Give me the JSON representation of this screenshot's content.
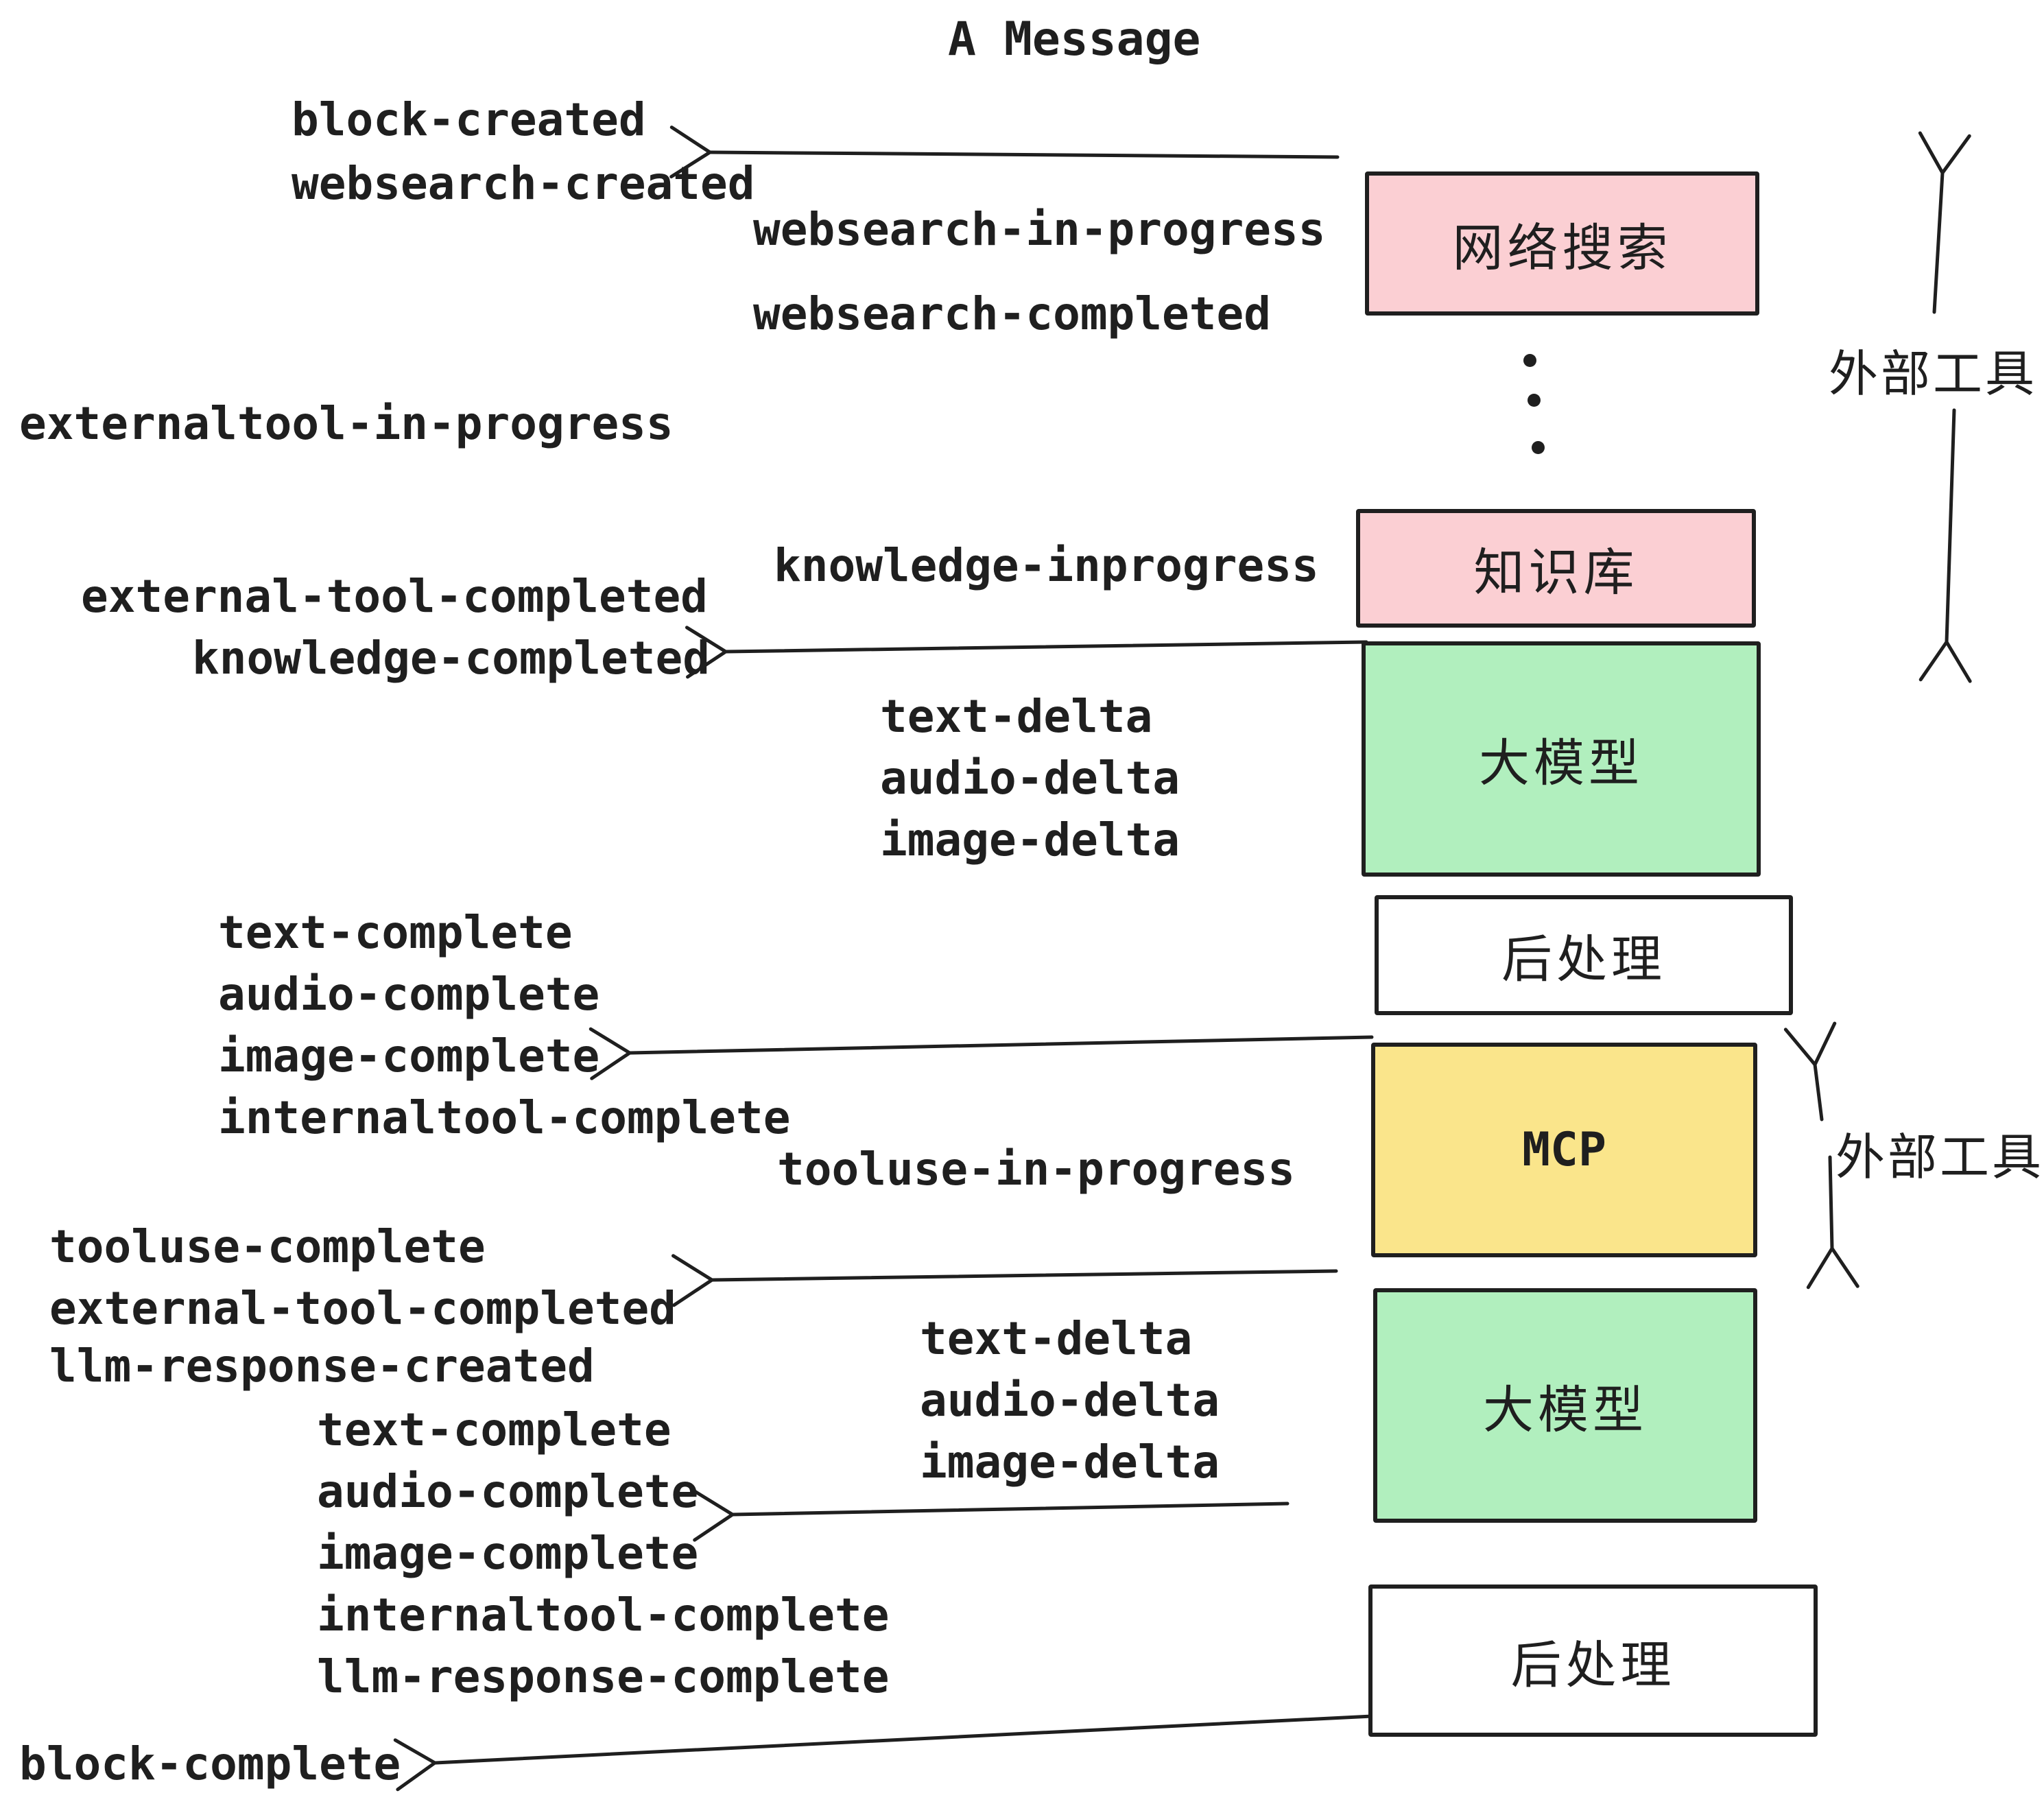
{
  "title": "A Message",
  "colors": {
    "background": "#ffffff",
    "ink": "#1f1f1f",
    "pink": "#fbcfd3",
    "green": "#b1efbe",
    "yellow": "#fae58b",
    "white": "#ffffff"
  },
  "events": {
    "block_created": "block-created",
    "websearch_created": "websearch-created",
    "websearch_in_progress": "websearch-in-progress",
    "websearch_completed": "websearch-completed",
    "externaltool_in_progress": "externaltool-in-progress",
    "knowledge_inprogress": "knowledge-inprogress",
    "external_tool_completed": "external-tool-completed",
    "knowledge_completed": "knowledge-completed",
    "text_delta": "text-delta",
    "audio_delta": "audio-delta",
    "image_delta": "image-delta",
    "text_complete": "text-complete",
    "audio_complete": "audio-complete",
    "image_complete": "image-complete",
    "internaltool_complete": "internaltool-complete",
    "tooluse_in_progress": "tooluse-in-progress",
    "tooluse_complete": "tooluse-complete",
    "llm_response_created": "llm-response-created",
    "llm_response_complete": "llm-response-complete",
    "block_complete": "block-complete"
  },
  "boxes": {
    "websearch": {
      "label": "网络搜索"
    },
    "knowledge": {
      "label": "知识库"
    },
    "llm": {
      "label": "大模型"
    },
    "postprocess": {
      "label": "后处理"
    },
    "mcp": {
      "label": "MCP"
    }
  },
  "side_labels": {
    "external_tools": "外部工具"
  }
}
